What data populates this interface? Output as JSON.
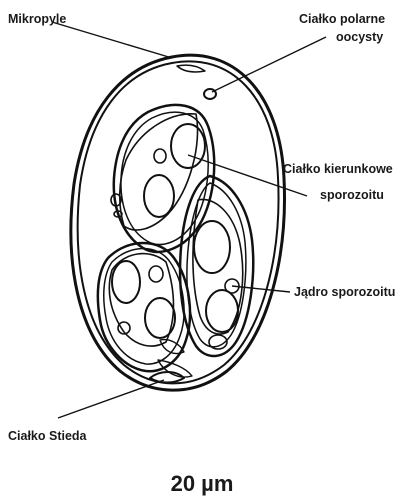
{
  "labels": {
    "micropyle": "Mikropyle",
    "polar_body_1": "Ciałko polarne",
    "polar_body_2": "oocysty",
    "refractile_body_1": "Ciałko kierunkowe",
    "refractile_body_2": "sporozoitu",
    "nucleus": "Jądro sporozoitu",
    "stieda_body": "Ciałko Stieda"
  },
  "scale_bar": "20 µm"
}
